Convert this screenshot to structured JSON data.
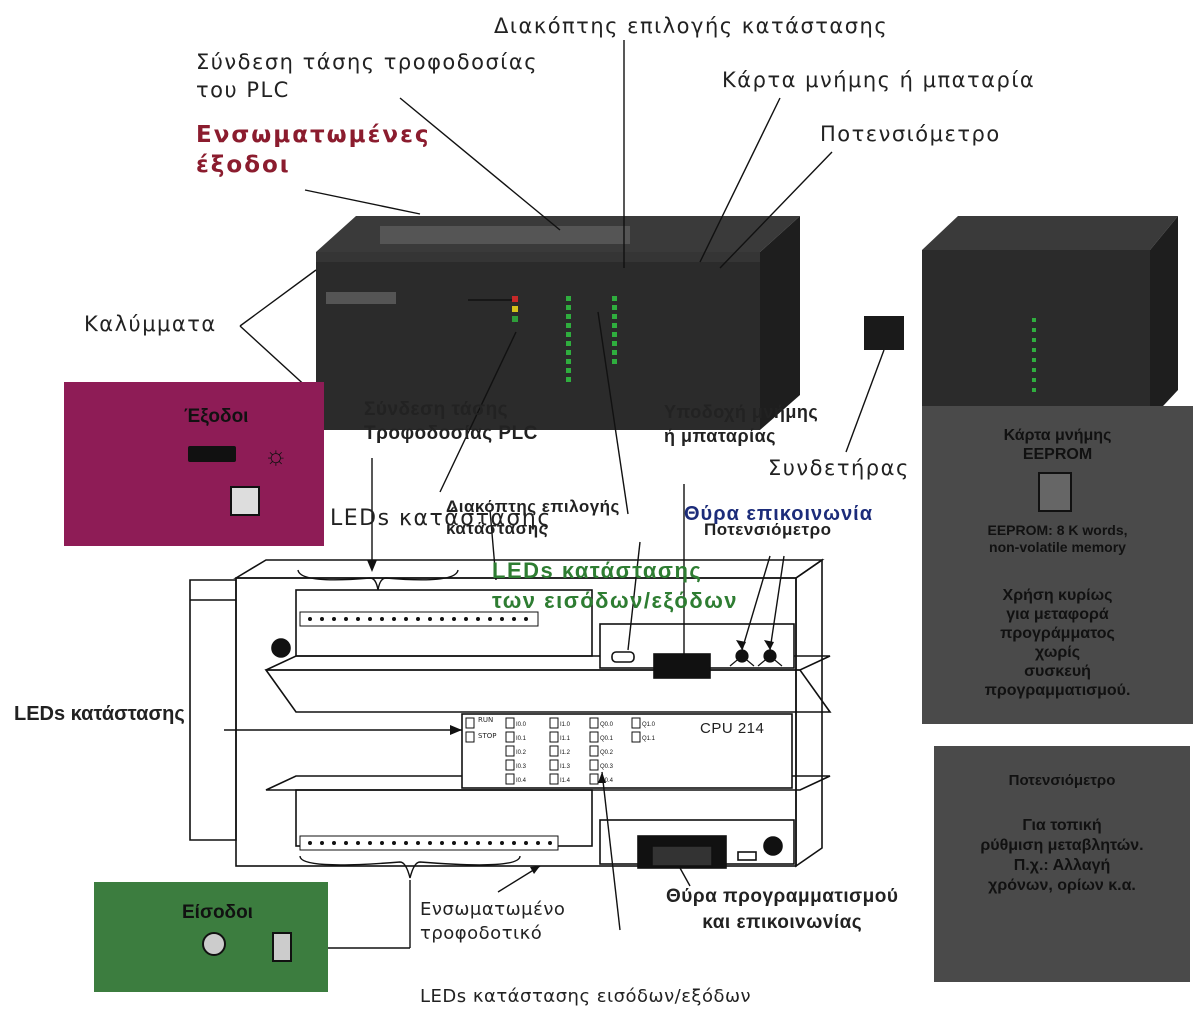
{
  "colors": {
    "outputs_box": "#8e1c56",
    "inputs_box": "#3c7d3f",
    "gray_box": "#4a4a4a",
    "plc_body": "#2b2b2b",
    "red_label": "#8b1c2e",
    "green_label": "#2e7d32",
    "blue_label": "#1c2c7a"
  },
  "top_labels": {
    "mode_switch": "Διακόπτης επιλογής κατάστασης",
    "power_connection": "Σύνδεση τάσης τροφοδοσίας\nτου PLC",
    "memory_card_battery": "Κάρτα μνήμης ή μπαταρία",
    "builtin_outputs": "Ενσωματωμένες\nέξοδοι",
    "potentiometer": "Ποτενσιόμετρο",
    "covers": "Καλύμματα",
    "connector": "Συνδετήρας",
    "status_leds": "LEDs κατάστασης"
  },
  "outputs_box": {
    "title": "Έξοδοι",
    "icons": [
      "motor-icon",
      "lamp-icon",
      "relay-icon"
    ]
  },
  "overlay_labels": {
    "power_plc": "Σύνδεση τάσης\nΤροφοδοσίας PLC",
    "memory_slot": "Υποδοχή μνήμης\nή μπαταρίας",
    "mode_switch": "Διακόπτης επιλογής\nκατάστασης",
    "comm_port": "Θύρα επικοινωνία",
    "potentiometer": "Ποτενσιόμετρο",
    "io_leds": "LEDs κατάστασης\nτων εισόδων/εξόδων",
    "status_leds_left": "LEDs κατάστασης",
    "programming_port": "Θύρα προγραμματισμού\nκαι επικοινωνίας",
    "builtin_supply": "Ενσωματωμένο\nτροφοδοτικό",
    "bottom_io_leds": "LEDs κατάστασης εισόδων/εξόδων"
  },
  "inputs_box": {
    "title": "Είσοδοι",
    "icons": [
      "sensor-icon",
      "switch-icon"
    ]
  },
  "memory_card_box": {
    "title": "Κάρτα μνήμης\nEEPROM",
    "icon": "memory-card-icon",
    "spec": "EEPROM: 8 K words,\nnon-volatile memory",
    "usage": "Χρήση κυρίως\nγια μεταφορά\nπρογράμματος\nχωρίς\nσυσκευή\nπρογραμματισμού."
  },
  "pot_box": {
    "title": "Ποτενσιόμετρο",
    "text": "Για τοπική\nρύθμιση μεταβλητών.\nΠ.χ.: Αλλαγή\nχρόνων, ορίων κ.α."
  },
  "drawing": {
    "cpu_label": "CPU 214",
    "run": "RUN",
    "stop": "STOP",
    "input_leds": [
      "I0.0",
      "I0.1",
      "I0.2",
      "I0.3",
      "I0.4"
    ],
    "input_leds2": [
      "I1.0",
      "I1.1",
      "I1.2",
      "I1.3",
      "I1.4"
    ],
    "output_leds": [
      "Q0.0",
      "Q0.1",
      "Q0.2",
      "Q0.3",
      "Q0.4"
    ],
    "output_leds2": [
      "Q1.0",
      "Q1.1"
    ]
  }
}
